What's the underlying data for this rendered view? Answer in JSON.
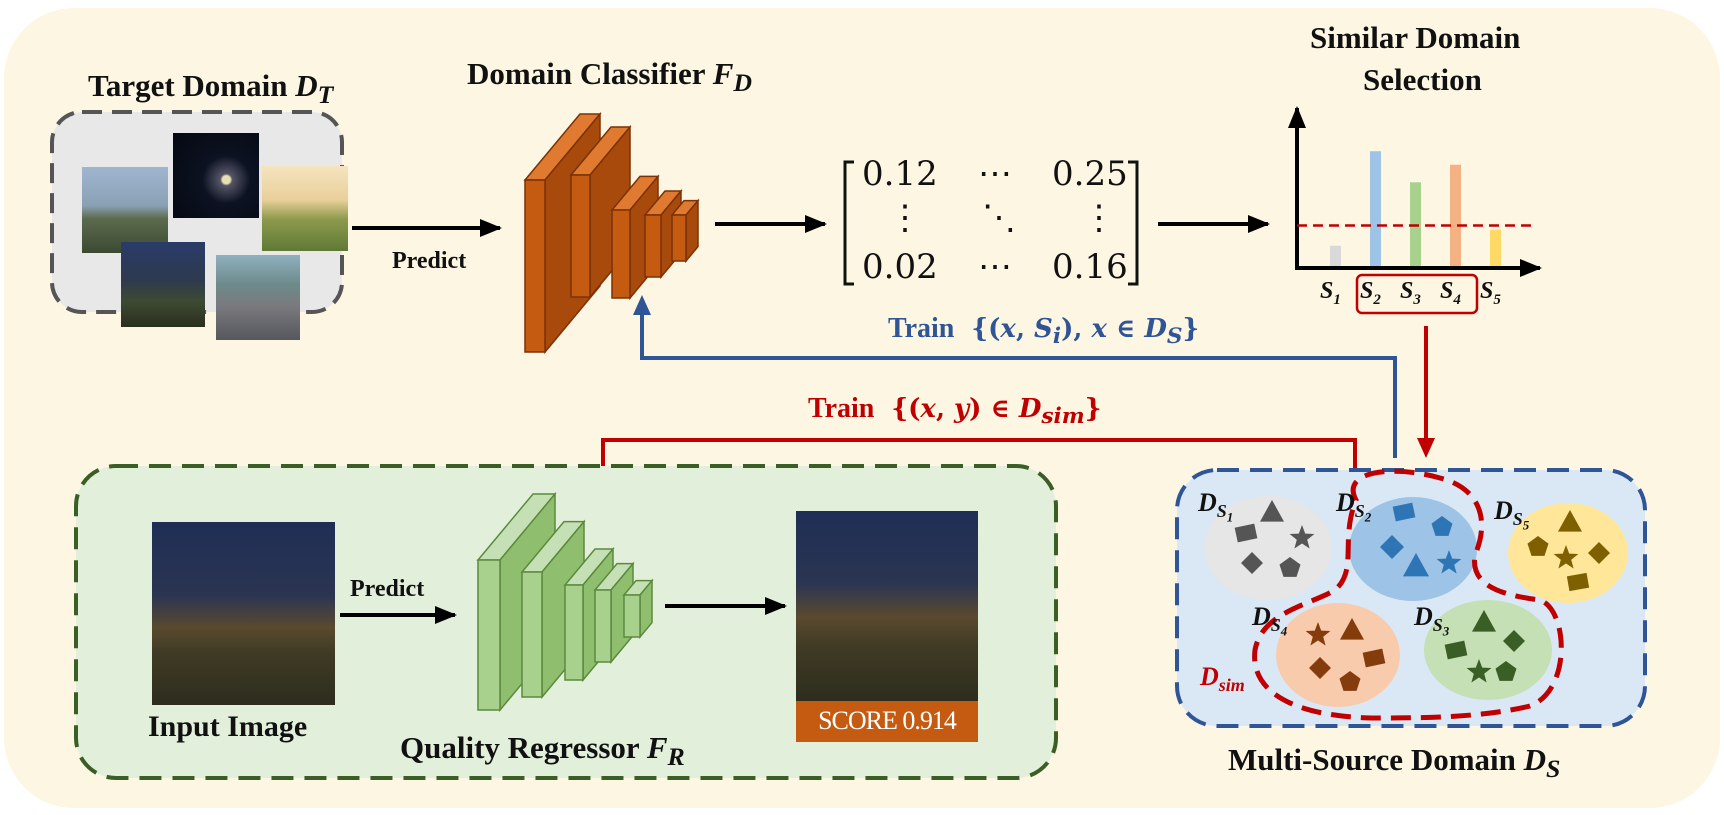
{
  "target_domain": {
    "title_prefix": "Target Domain ",
    "symbol": "D",
    "subscript": "T"
  },
  "domain_classifier": {
    "title_prefix": "Domain Classifier ",
    "symbol": "F",
    "subscript": "D"
  },
  "predict_label_top": "Predict",
  "predict_label_bottom": "Predict",
  "matrix": {
    "top_left": "0.12",
    "top_right": "0.25",
    "bottom_left": "0.02",
    "bottom_right": "0.16",
    "h_dots": "⋯",
    "v_dots": "⋮",
    "d_dots": "⋱"
  },
  "similar_selection": {
    "title_line1": "Similar Domain",
    "title_line2": "Selection",
    "bar_values": [
      0.15,
      0.85,
      0.62,
      0.75,
      0.27
    ],
    "threshold": 0.3,
    "bar_colors": [
      "#d9d9d9",
      "#9dc3e6",
      "#a9d18e",
      "#f4b183",
      "#ffd966"
    ],
    "ticks": [
      "S",
      "S",
      "S",
      "S",
      "S"
    ],
    "tick_subs": [
      "1",
      "2",
      "3",
      "4",
      "5"
    ],
    "selected": [
      2,
      3,
      4
    ]
  },
  "train_blue": {
    "word": "Train",
    "formula": "{(x, S_i), x ∈ D_S}"
  },
  "train_red": {
    "word": "Train",
    "formula": "{(x, y) ∈ D_sim}"
  },
  "input_image_label": "Input Image",
  "quality_regressor": {
    "title_prefix": "Quality Regressor ",
    "symbol": "F",
    "subscript": "R"
  },
  "score_label": "SCORE 0.914",
  "multi_source": {
    "title_prefix": "Multi-Source Domain ",
    "symbol": "D",
    "subscript": "S",
    "domain_labels": [
      "D_S1",
      "D_S2",
      "D_S5",
      "D_S4",
      "D_S3"
    ],
    "sim_label": "D_sim"
  },
  "colors": {
    "background_panel": "#fdf6e3",
    "target_box_fill": "#e6e6e6",
    "classifier_orange": "#c55a11",
    "regressor_green": "#a9d18e",
    "blue_arrow": "#2f5597",
    "red_arrow": "#c00000",
    "multi_source_fill": "#dae8f5",
    "regressor_box_fill": "#e2efda",
    "score_bg": "#c55a11"
  }
}
